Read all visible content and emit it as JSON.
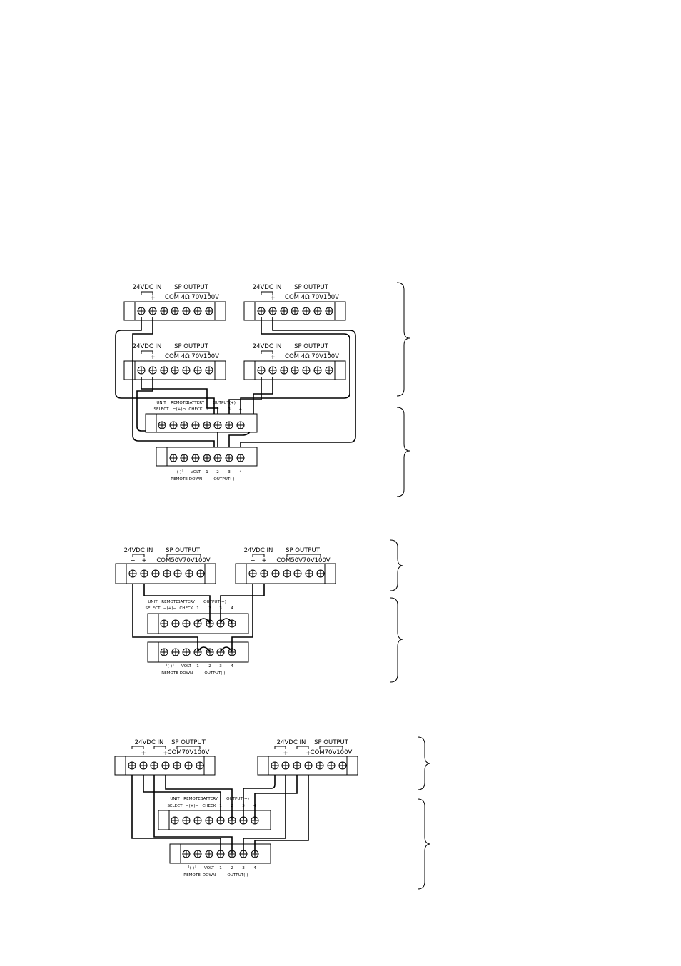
{
  "labels": {
    "dc_in": "24VDC IN",
    "minus": "−",
    "plus": "+",
    "sp_output": "SP OUTPUT",
    "com_4ohm_70v_100v": "COM 4Ω 70V100V",
    "com_50v_70v_100v": "COM50V70V100V",
    "com_70v_100v": "COM70V100V",
    "unit": "UNIT",
    "select": "SELECT",
    "remote": "REMOTE",
    "battery": "BATTERY",
    "check": "CHECK",
    "remote_pm": "⌐(+)¬",
    "remote_pm_alt": "−(+)−",
    "output_plus": "OUTPUT(+)",
    "output_minus": "OUTPUT(-)",
    "remote_minus": "└(-)┘",
    "volt": "VOLT",
    "down": "DOWN",
    "n1": "1",
    "n2": "2",
    "n3": "3",
    "n4": "4"
  },
  "colors": {
    "line": "#000000",
    "background": "#ffffff"
  }
}
